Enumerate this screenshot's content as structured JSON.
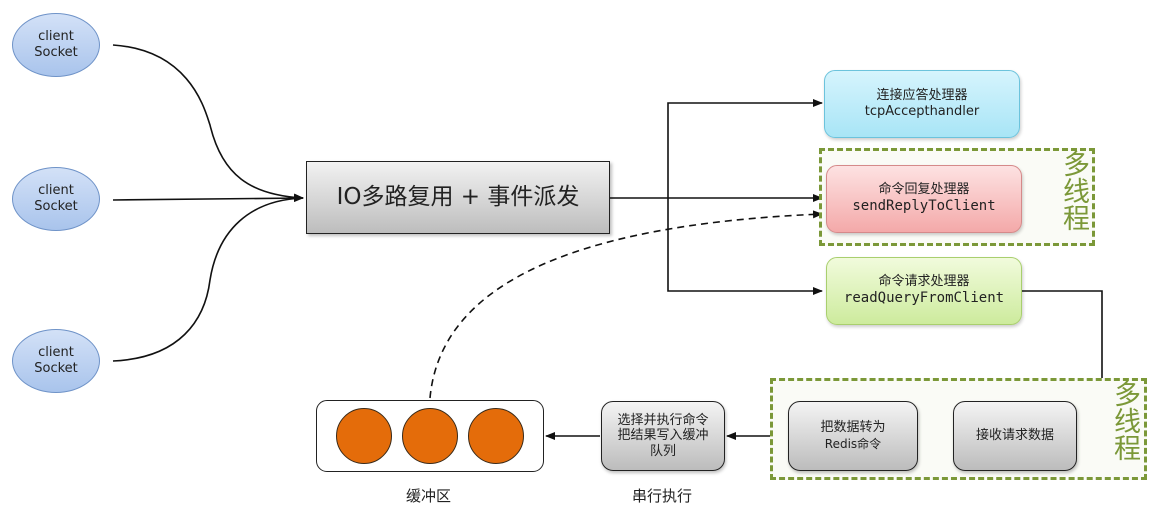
{
  "clients": [
    {
      "line1": "client",
      "line2": "Socket"
    },
    {
      "line1": "client",
      "line2": "Socket"
    },
    {
      "line1": "client",
      "line2": "Socket"
    }
  ],
  "multiplexer": {
    "label": "IO多路复用 + 事件派发"
  },
  "handlers": {
    "accept": {
      "title": "连接应答处理器",
      "func": "tcpAccepthandler"
    },
    "reply": {
      "title": "命令回复处理器",
      "func": "sendReplyToClient"
    },
    "read": {
      "title": "命令请求处理器",
      "func": "readQueryFromClient"
    }
  },
  "multithread_zones": [
    {
      "label": "多线程"
    },
    {
      "label": "多线程"
    }
  ],
  "pipeline": {
    "receive": {
      "label": "接收请求数据"
    },
    "convert": {
      "line1": "把数据转为",
      "line2": "Redis命令"
    },
    "execute": {
      "line1": "选择并执行命令",
      "line2": "把结果写入缓冲",
      "line3": "队列"
    },
    "execute_caption": "串行执行",
    "buffer_caption": "缓冲区",
    "buffer_items": 3
  },
  "colors": {
    "zone_green": "#7b9838",
    "buffer_orange": "#e46c0a",
    "accept_blue": "#a8e5f6",
    "reply_red": "#f4a9a9",
    "read_green": "#cdeb9d"
  }
}
